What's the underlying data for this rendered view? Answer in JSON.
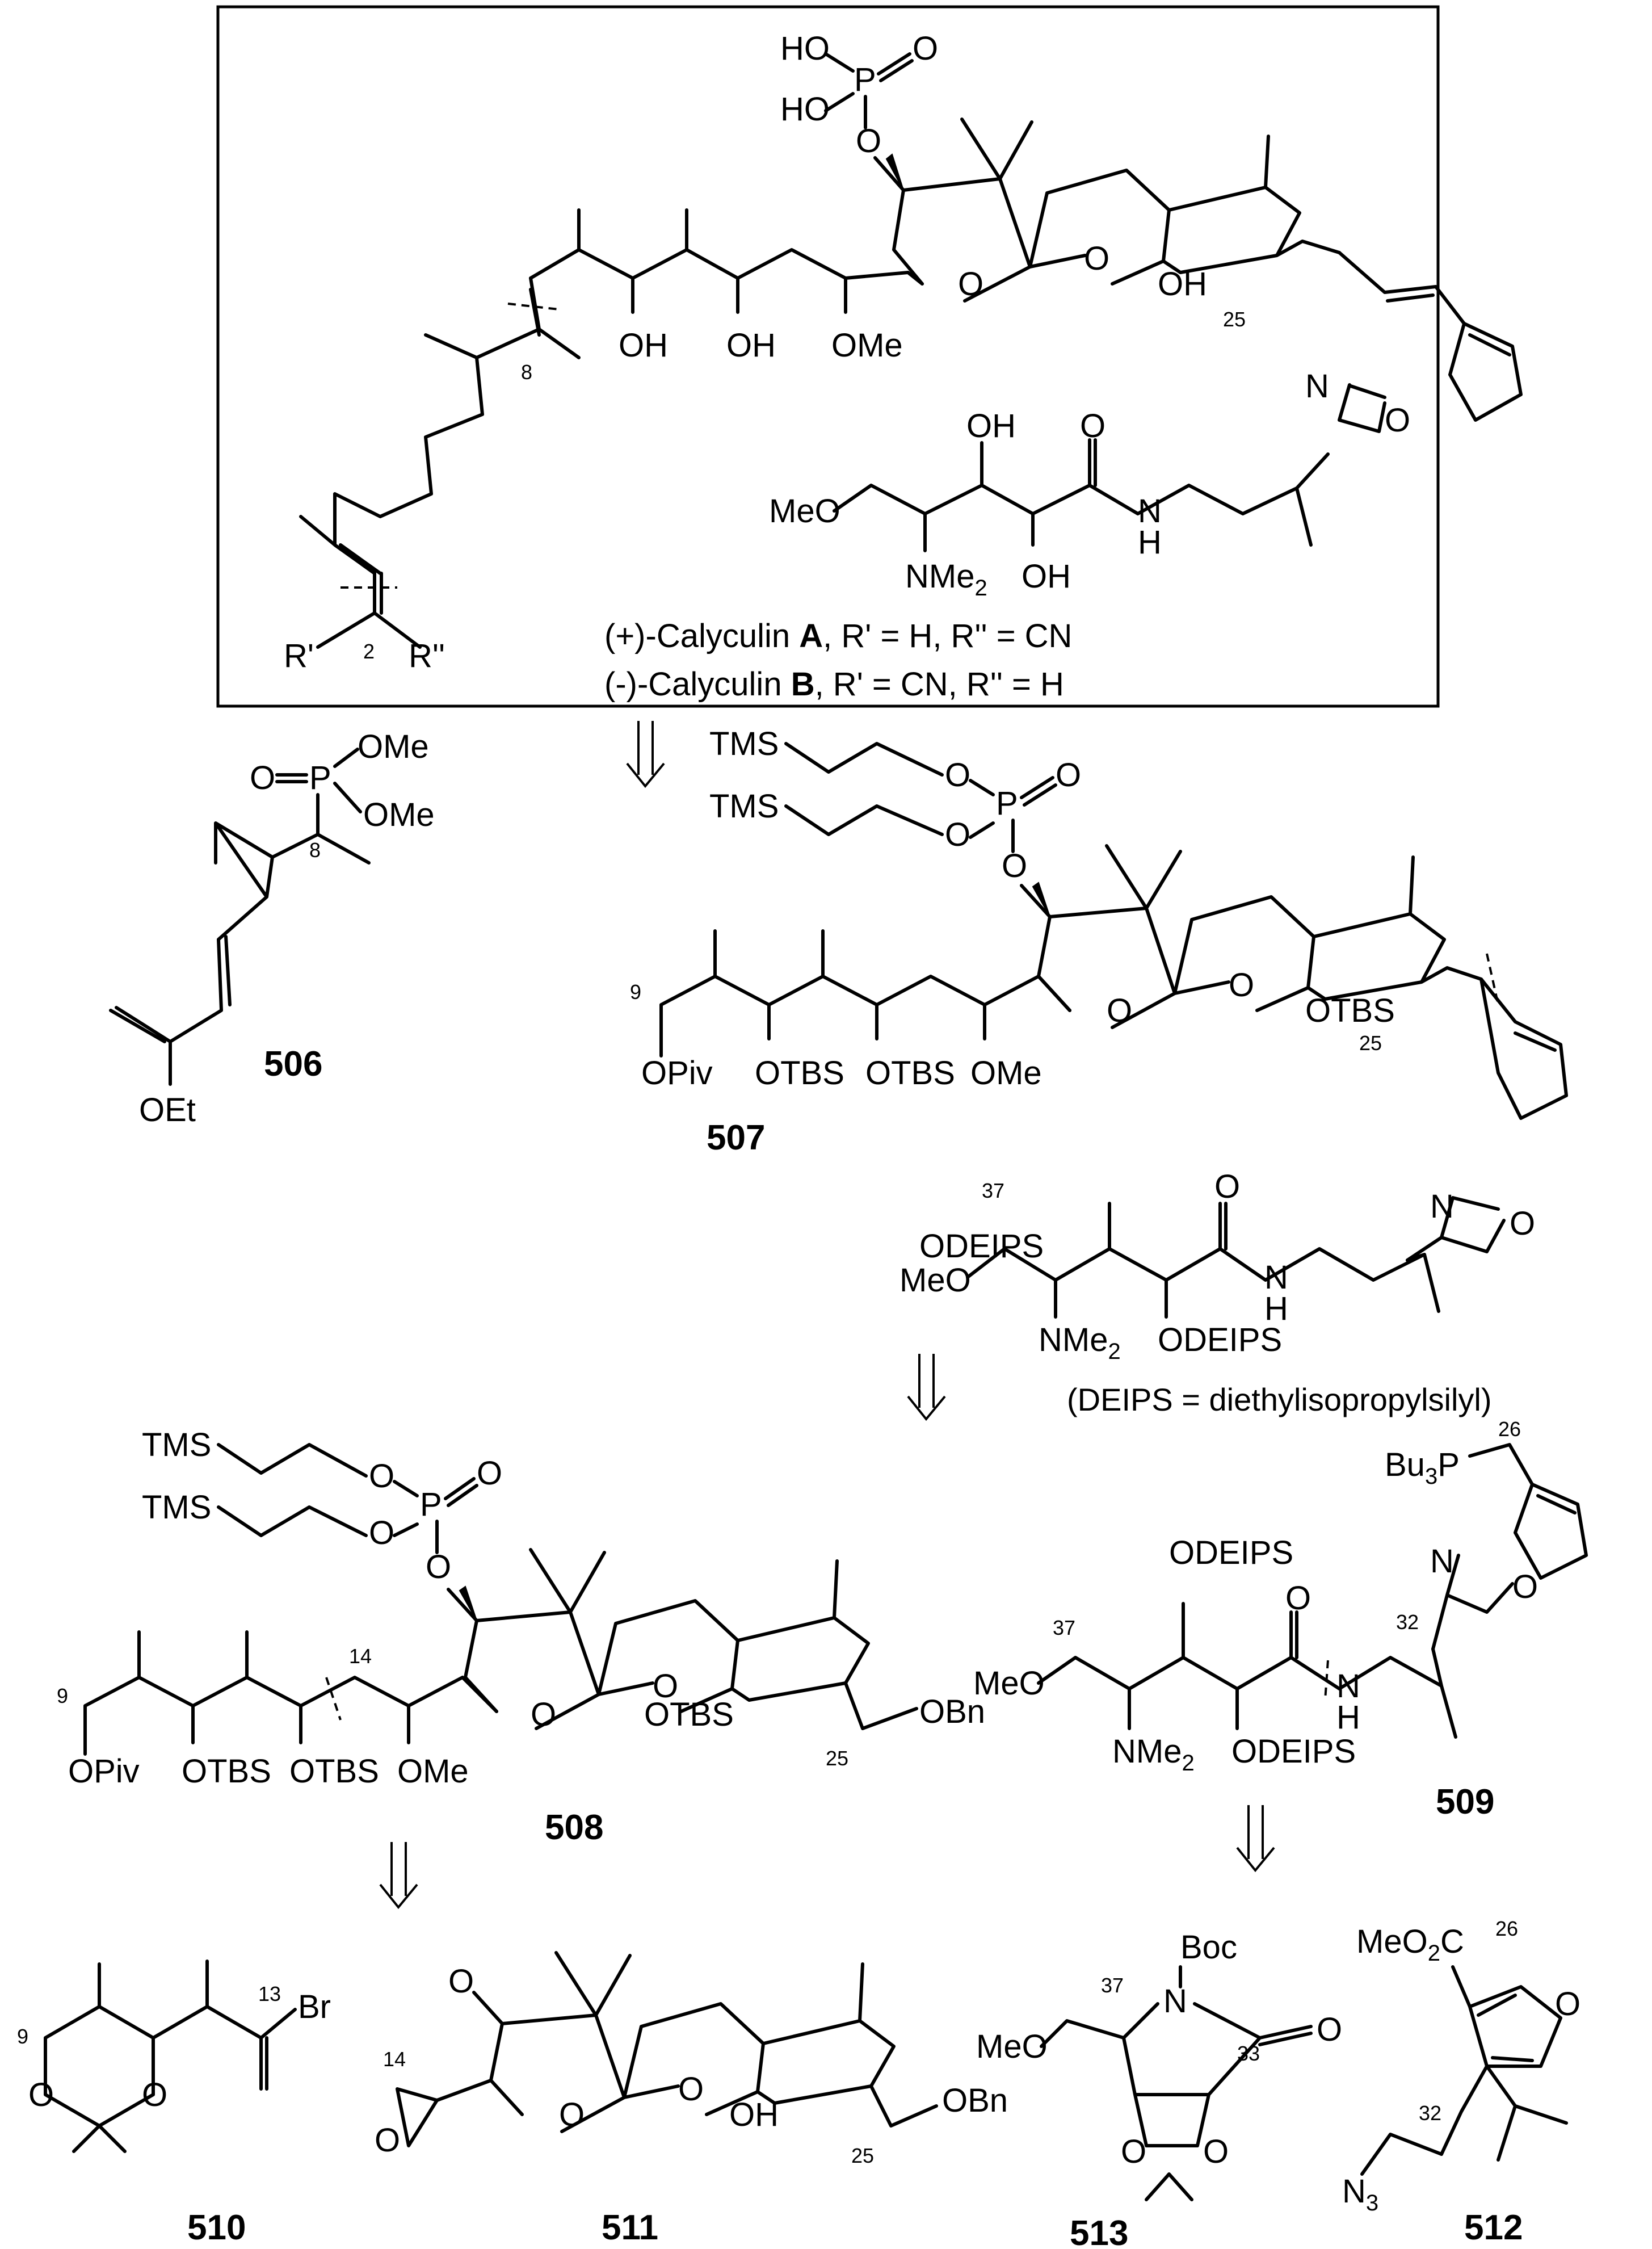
{
  "calyculin": {
    "labels": {
      "ho1": "HO",
      "ho2": "HO",
      "p": "P",
      "o_double": "O",
      "o_link": "O",
      "o_thf": "O",
      "o_spiro": "O",
      "oh_spiro": "OH",
      "oh1": "OH",
      "oh2": "OH",
      "ome": "OMe",
      "n_ox": "N",
      "o_ox": "O",
      "oh_top": "OH",
      "o_amide": "O",
      "meo": "MeO",
      "nh_n": "N",
      "nh_h": "H",
      "nme2": "NMe",
      "nme2_sub": "2",
      "oh_bottom": "OH",
      "r1": "R'",
      "r2": "R''"
    },
    "numbers": {
      "c8": "8",
      "c25": "25",
      "c2": "2"
    },
    "caption_a": {
      "pre": "(+)-Calyculin ",
      "bold": "A",
      "post": ", R' = H, R'' = CN"
    },
    "caption_b": {
      "pre": "(-)-Calyculin ",
      "bold": "B",
      "post": ", R' = CN, R'' = H"
    }
  },
  "cpd506": {
    "id": "506",
    "labels": {
      "o": "O",
      "p": "P",
      "ome1": "OMe",
      "ome2": "OMe",
      "oet": "OEt"
    },
    "numbers": {
      "c8": "8"
    }
  },
  "cpd507": {
    "id": "507",
    "labels": {
      "tms1": "TMS",
      "tms2": "TMS",
      "o1": "O",
      "o2": "O",
      "p": "P",
      "o_double": "O",
      "o_link": "O",
      "o_thf": "O",
      "o_spiro": "O",
      "otbs_spiro": "OTBS",
      "opiv": "OPiv",
      "otbs1": "OTBS",
      "otbs2": "OTBS",
      "ome": "OMe",
      "n_ox": "N",
      "o_ox": "O",
      "odeips_top": "ODEIPS",
      "o_amide": "O",
      "meo": "MeO",
      "nh_n": "N",
      "nh_h": "H",
      "nme2": "NMe",
      "nme2_sub": "2",
      "odeips_bottom": "ODEIPS"
    },
    "numbers": {
      "c9": "9",
      "c25": "25",
      "c37": "37"
    }
  },
  "deips_note": "(DEIPS = diethylisopropylsilyl)",
  "cpd508": {
    "id": "508",
    "labels": {
      "tms1": "TMS",
      "tms2": "TMS",
      "o1": "O",
      "o2": "O",
      "p": "P",
      "o_double": "O",
      "o_link": "O",
      "o_thf": "O",
      "o_spiro": "O",
      "otbs_spiro": "OTBS",
      "obn": "OBn",
      "opiv": "OPiv",
      "otbs1": "OTBS",
      "otbs2": "OTBS",
      "ome": "OMe"
    },
    "numbers": {
      "c9": "9",
      "c14": "14",
      "c25": "25"
    }
  },
  "cpd509": {
    "id": "509",
    "labels": {
      "bu3p": "Bu",
      "bu3p_sub": "3",
      "bu3p_p": "P",
      "n_ox": "N",
      "o_ox": "O",
      "odeips_top": "ODEIPS",
      "o_amide": "O",
      "meo": "MeO",
      "nh_n": "N",
      "nh_h": "H",
      "nme2": "NMe",
      "nme2_sub": "2",
      "odeips_bottom": "ODEIPS"
    },
    "numbers": {
      "c26": "26",
      "c32": "32",
      "c37": "37"
    }
  },
  "cpd510": {
    "id": "510",
    "labels": {
      "br": "Br",
      "o1": "O",
      "o2": "O"
    },
    "numbers": {
      "c9": "9",
      "c13": "13"
    }
  },
  "cpd511": {
    "id": "511",
    "labels": {
      "o_top": "O",
      "o_epox": "O",
      "o_thf": "O",
      "o_spiro": "O",
      "oh": "OH",
      "obn": "OBn"
    },
    "numbers": {
      "c14": "14",
      "c25": "25"
    }
  },
  "cpd513": {
    "id": "513",
    "labels": {
      "boc": "Boc",
      "n": "N",
      "meo": "MeO",
      "o_carbonyl": "O",
      "o1": "O",
      "o2": "O"
    },
    "numbers": {
      "c37": "37",
      "c33": "33"
    }
  },
  "cpd512": {
    "id": "512",
    "labels": {
      "meo2c": "MeO",
      "meo2c_sub": "2",
      "meo2c_c": "C",
      "o_furan": "O",
      "n3": "N",
      "n3_sub": "3"
    },
    "numbers": {
      "c26": "26",
      "c32": "32"
    }
  }
}
